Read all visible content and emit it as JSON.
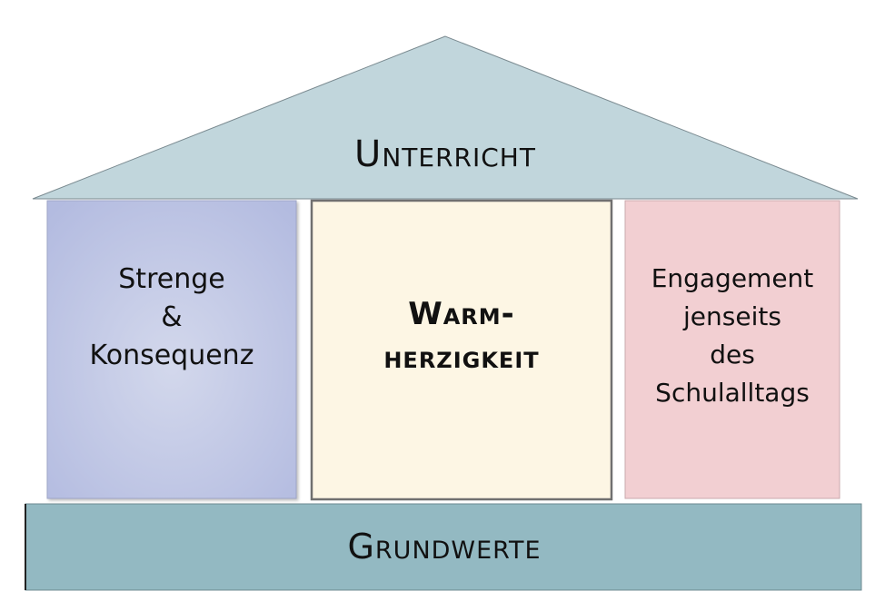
{
  "roof": {
    "label": "Unterricht",
    "color": "#c1d6dc"
  },
  "pillars": [
    {
      "lines": [
        "Strenge",
        "&",
        "Konsequenz"
      ],
      "color": "#b5bde0"
    },
    {
      "lines": [
        "Warm-",
        "herzigkeit"
      ],
      "color": "#fdf6e4"
    },
    {
      "lines": [
        "Engagement",
        "jenseits",
        "des",
        "Schulalltags"
      ],
      "color": "#f2cfd2"
    }
  ],
  "base": {
    "label": "Grundwerte",
    "color": "#93b9c2"
  }
}
